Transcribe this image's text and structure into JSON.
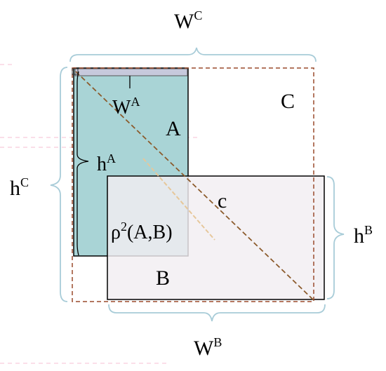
{
  "labels": {
    "w_c": {
      "base": "W",
      "sup": "C"
    },
    "w_a": {
      "base": "W",
      "sup": "A"
    },
    "h_a": {
      "base": "h",
      "sup": "A"
    },
    "h_c": {
      "base": "h",
      "sup": "C"
    },
    "h_b": {
      "base": "h",
      "sup": "B"
    },
    "w_b": {
      "base": "W",
      "sup": "B"
    },
    "box_a": "A",
    "box_b": "B",
    "box_c": "C",
    "diag_c": "c",
    "rho": {
      "base": "ρ",
      "sup": "2",
      "args": "(A,B)"
    }
  },
  "colors": {
    "box_a_fill": "#a9d4d6",
    "box_a_top_band": "#c7c9dc",
    "box_b_fill": "#f2eef2",
    "box_c_dash": "#9a4a2c",
    "brace": "#a8ccd8",
    "diag_dash": "#8b5a2b",
    "rho_line": "#e6c79a",
    "overlay_dash": "#f4a9c4"
  }
}
